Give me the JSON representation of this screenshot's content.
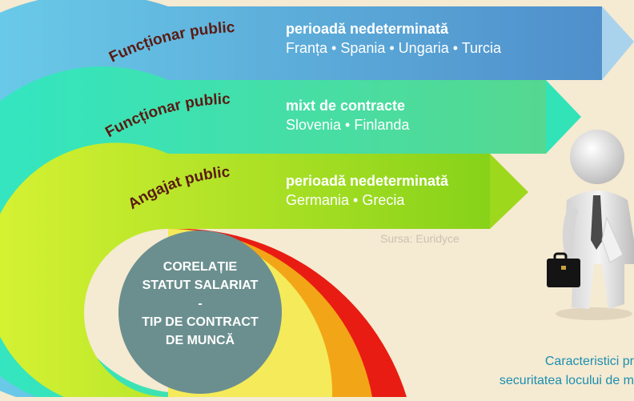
{
  "bands": [
    {
      "title": "Funcționar public",
      "period": "perioadă nedeterminată",
      "countries": "Franța • Spania • Ungaria • Turcia"
    },
    {
      "title": "Funcționar public",
      "period": "mixt de contracte",
      "countries": "Slovenia • Finlanda"
    },
    {
      "title": "Angajat public",
      "period": "perioadă nedeterminată",
      "countries": "Germania • Grecia"
    }
  ],
  "source": "Sursa: Euridyce",
  "center": {
    "line1": "CORELAȚIE",
    "line2": "STATUT SALARIAT",
    "line3": "-",
    "line4": "TIP DE CONTRACT",
    "line5": "DE MUNCĂ"
  },
  "caption": {
    "line1": "Caracteristici pr",
    "line2": "securitatea locului de m"
  },
  "colors": {
    "background": "#f5ead2",
    "band1": "#5b9fd6",
    "band2": "#2fe0b4",
    "band3": "#a6dc1f",
    "center_circle": "#6b8f8f",
    "arc_yellow": "#f4ea5a",
    "arc_orange": "#f2a516",
    "arc_red": "#e81c12",
    "title_text": "#5a1a12",
    "caption_text": "#1b8fb0"
  },
  "icons": [
    "businessman-figure-icon",
    "briefcase-icon"
  ]
}
